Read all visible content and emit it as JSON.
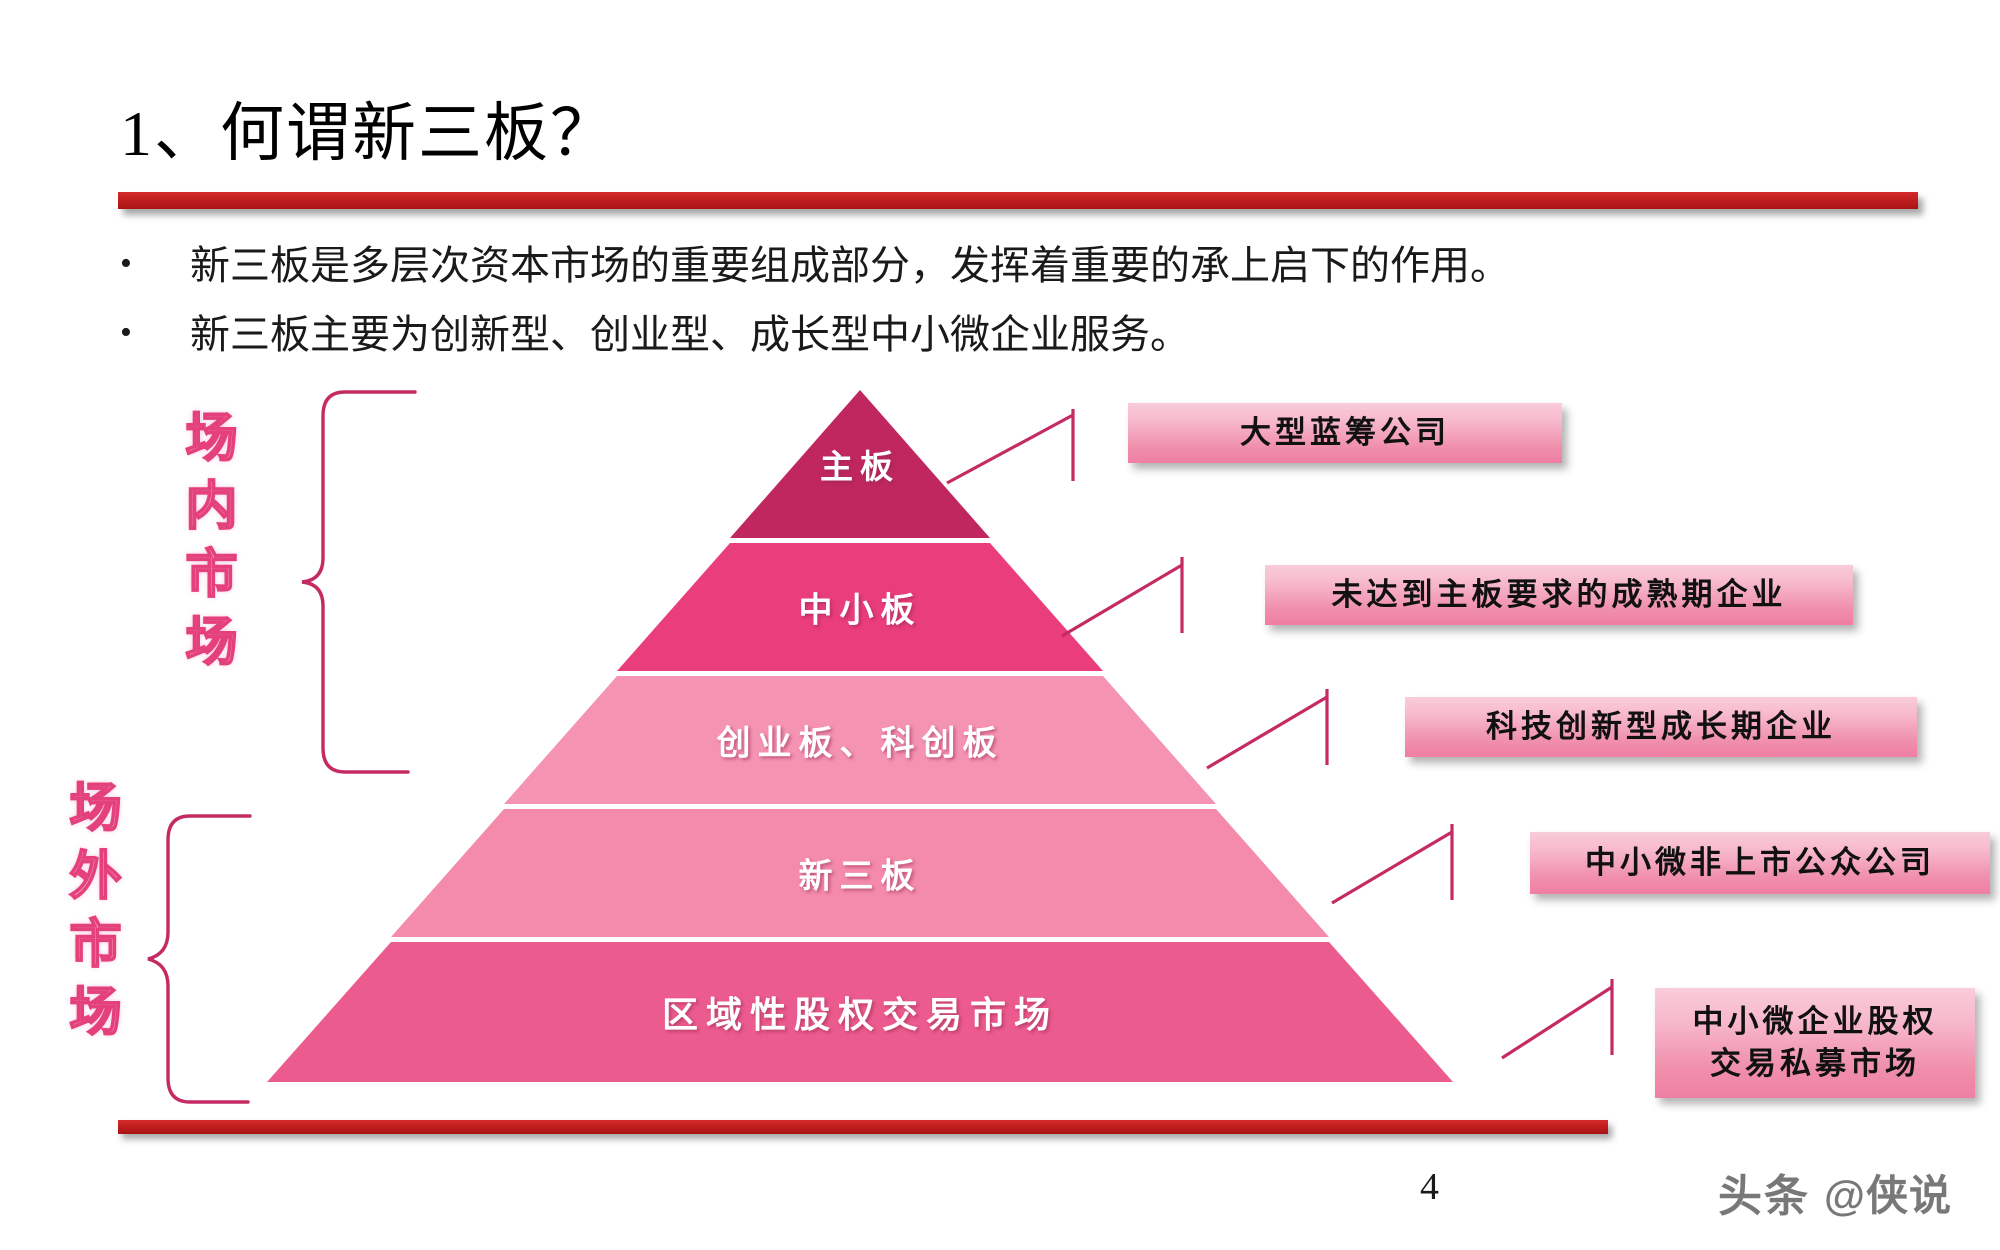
{
  "slide": {
    "title": "1、何谓新三板？",
    "page_number": "4",
    "accent_red": "#BD1C1C",
    "accent_pink": "#E4407C"
  },
  "bullets": [
    {
      "marker": "•",
      "text": "新三板是多层次资本市场的重要组成部分，发挥着重要的承上启下的作用。"
    },
    {
      "marker": "•",
      "text": "新三板主要为创新型、创业型、成长型中小微企业服务。"
    }
  ],
  "side_labels": [
    {
      "text": "场内市场"
    },
    {
      "text": "场外市场"
    }
  ],
  "pyramid": {
    "levels": [
      {
        "label": "主板",
        "color": "#C0275F"
      },
      {
        "label": "中小板",
        "color": "#EA3D7B"
      },
      {
        "label": "创业板、科创板",
        "color": "#F593B2"
      },
      {
        "label": "新三板",
        "color": "#F48BAB"
      },
      {
        "label": "区域性股权交易市场",
        "color": "#EC5B8E"
      }
    ]
  },
  "callouts": [
    {
      "text": "大型蓝筹公司"
    },
    {
      "text": "未达到主板要求的成熟期企业"
    },
    {
      "text": "科技创新型成长期企业"
    },
    {
      "text": "中小微非上市公众公司"
    },
    {
      "text": "中小微企业股权\n交易私募市场"
    }
  ],
  "watermark": {
    "logo": "头条",
    "handle": "@侠说"
  }
}
